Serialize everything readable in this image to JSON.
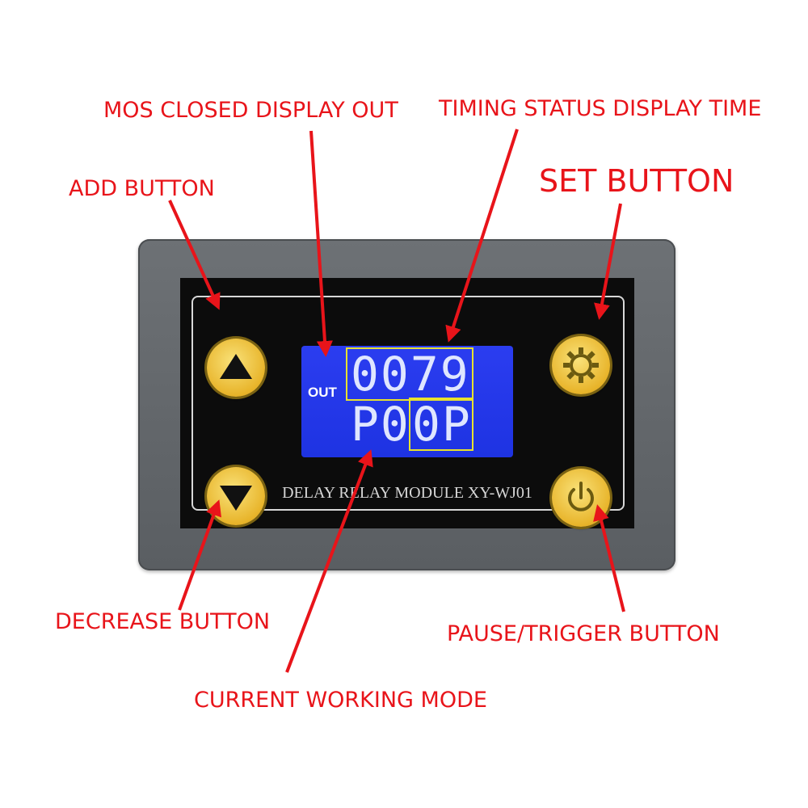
{
  "labels": {
    "mos_closed": "MOS CLOSED DISPLAY OUT",
    "timing_status": "TIMING STATUS DISPLAY TIME",
    "add_button": "ADD BUTTON",
    "set_button": "SET BUTTON",
    "decrease_button": "DECREASE BUTTON",
    "pause_trigger": "PAUSE/TRIGGER BUTTON",
    "current_mode": "CURRENT WORKING MODE"
  },
  "lcd": {
    "out_indicator": "OUT",
    "time_value": "0079",
    "mode_left": "P0",
    "mode_right": "0P"
  },
  "module_name": "DELAY RELAY MODULE XY-WJ01",
  "colors": {
    "annotation": "#e8141a",
    "lcd_background": "#1e33e2",
    "button": "#e8b42a",
    "highlight_box": "#e8e22e"
  },
  "icons": {
    "add": "triangle-up-icon",
    "decrease": "triangle-down-icon",
    "set": "gear-icon",
    "pause_trigger": "power-icon"
  }
}
